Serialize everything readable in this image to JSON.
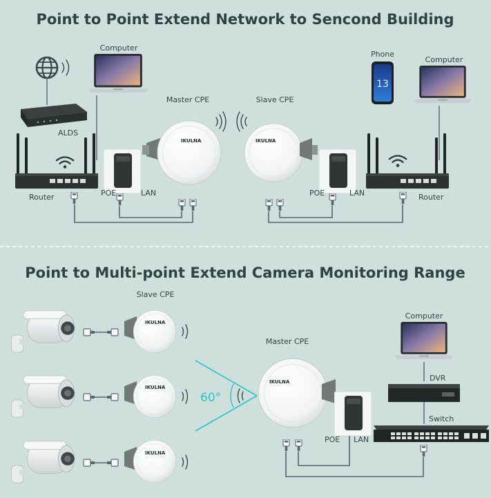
{
  "sections": {
    "top_title": "Point to Point Extend Network to Sencond Building",
    "bottom_title": "Point to Multi-point Extend Camera Monitoring Range"
  },
  "labels": {
    "computer_left": "Computer",
    "alds": "ALDS",
    "router_left": "Router",
    "poe_left": "POE",
    "lan_left": "LAN",
    "master_cpe_top": "Master CPE",
    "slave_cpe_top": "Slave CPE",
    "phone": "Phone",
    "computer_right": "Computer",
    "poe_right": "POE",
    "lan_right": "LAN",
    "router_right": "Router",
    "slave_cpe_bottom": "Slave CPE",
    "angle": "60°",
    "master_cpe_bottom": "Master CPE",
    "computer_bottom": "Computer",
    "dvr": "DVR",
    "switch": "Switch",
    "poe_bottom": "POE",
    "lan_bottom": "LAN"
  },
  "brand": "IKULNA",
  "icons": [
    "globe-icon",
    "wifi-icon",
    "router-icon",
    "modem-icon",
    "laptop-icon",
    "phone-icon",
    "poe-adapter-icon",
    "cpe-dish-icon",
    "camera-icon",
    "ethernet-plug-icon",
    "dvr-icon",
    "switch-icon"
  ],
  "colors": {
    "background": "#cfe0dc",
    "title": "#2e4440",
    "accent_angle": "#2cc3c8"
  }
}
